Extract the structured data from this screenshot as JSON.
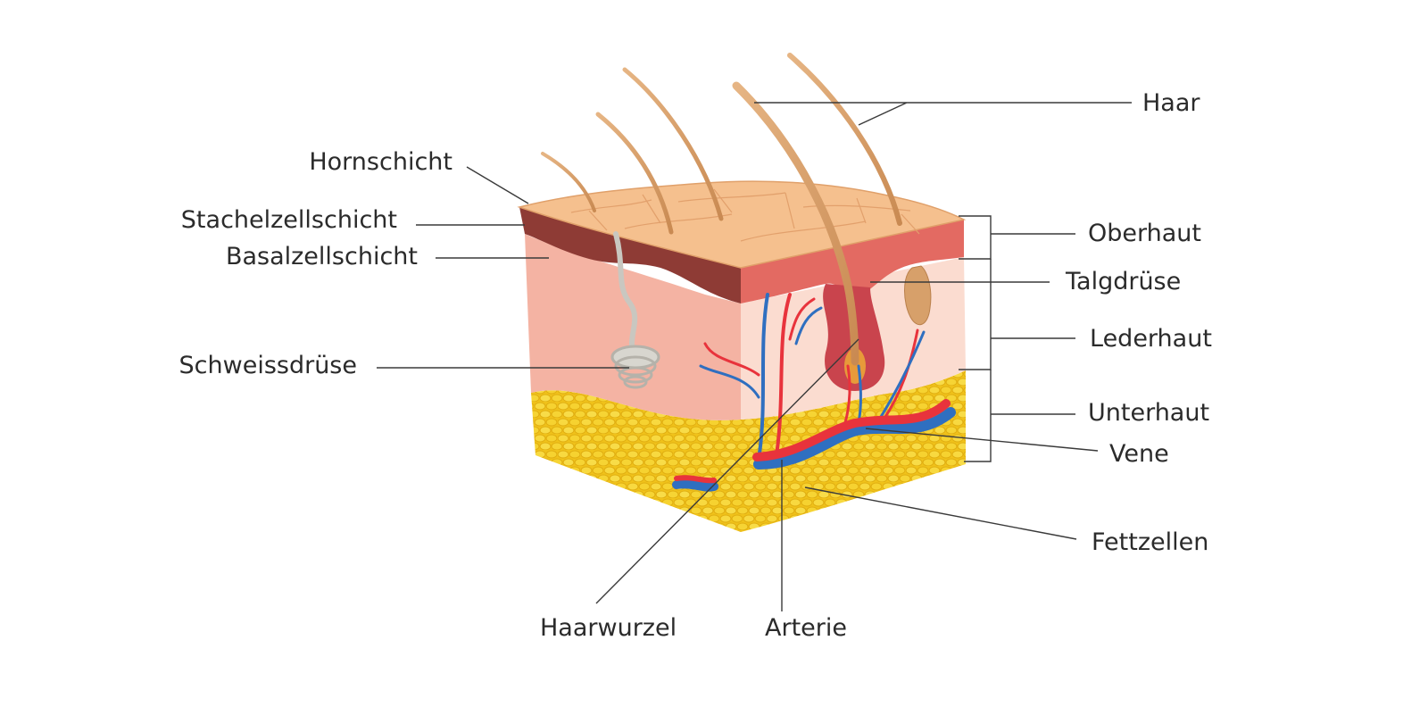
{
  "labels": {
    "hornschicht": "Hornschicht",
    "stachelzellschicht": "Stachelzellschicht",
    "basalzellschicht": "Basalzellschicht",
    "schweissdruese": "Schweissdrüse",
    "haar": "Haar",
    "oberhaut": "Oberhaut",
    "talgdruese": "Talgdrüse",
    "lederhaut": "Lederhaut",
    "unterhaut": "Unterhaut",
    "vene": "Vene",
    "fettzellen": "Fettzellen",
    "haarwurzel": "Haarwurzel",
    "arterie": "Arterie"
  },
  "colors": {
    "epidermis_top": "#f5c08e",
    "epidermis_dark": "#8e3b35",
    "dermis_left": "#f4b3a3",
    "dermis_right": "#fbdcd0",
    "fat": "#f2cc1d",
    "artery": "#e8333c",
    "vein": "#2f6fc0",
    "hair": "#d9a06a",
    "sweat_gland": "#c9c7c0",
    "leader_line": "#3a3a3a"
  }
}
